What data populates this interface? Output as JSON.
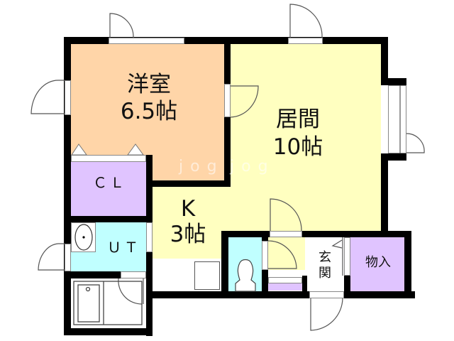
{
  "floor_plan": {
    "rooms": {
      "western_room": {
        "name": "洋室",
        "size": "6.5帖",
        "color": "#FFD5A8"
      },
      "living_room": {
        "name": "居間",
        "size": "10帖",
        "color": "#FFFFC0"
      },
      "kitchen": {
        "name": "K",
        "size": "3帖",
        "color": "#FFFFC0"
      },
      "closet": {
        "name": "ＣＬ",
        "color": "#E0C4FF"
      },
      "utility": {
        "name": "ＵＴ",
        "color": "#C0FFFF"
      },
      "toilet": {
        "color": "#C0FFFF"
      },
      "entrance": {
        "name_line1": "玄",
        "name_line2": "関"
      },
      "storage": {
        "name": "物入",
        "color": "#E0C4FF"
      }
    },
    "watermark": "jog",
    "colors": {
      "wall": "#000000",
      "western_room": "#FFD5A8",
      "living": "#FFFFC0",
      "closet": "#E0C4FF",
      "water": "#C0FFFF"
    }
  }
}
